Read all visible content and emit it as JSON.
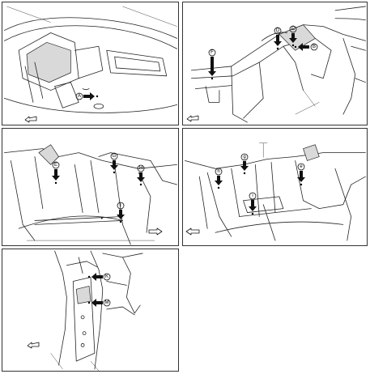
{
  "panels": [
    {
      "markers": [
        "A"
      ]
    },
    {
      "markers": [
        "D",
        "C",
        "B",
        "F"
      ]
    },
    {
      "markers": [
        "E",
        "G",
        "H",
        "I"
      ]
    },
    {
      "markers": [
        "h",
        "g",
        "e",
        "i"
      ]
    },
    {
      "markers": [
        "K",
        "M"
      ]
    }
  ],
  "icons": {
    "marker_arrow": "black-pointer-arrow-icon",
    "view_direction": "outline-direction-arrow-icon",
    "marker_circle": "circled-letter-icon"
  }
}
